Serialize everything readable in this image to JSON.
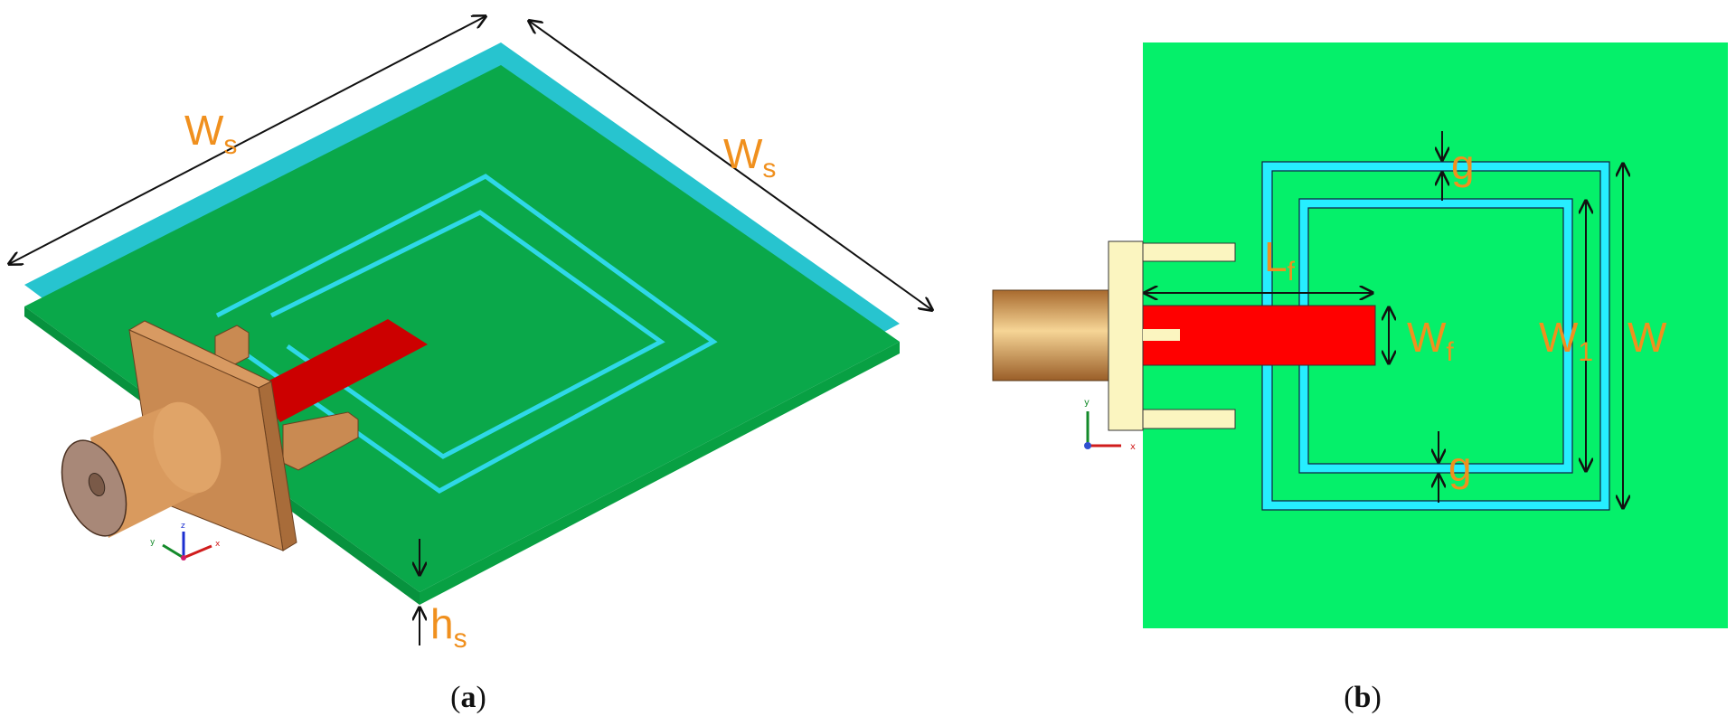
{
  "panel_a": {
    "caption": {
      "open": "(",
      "letter": "a",
      "close": ")"
    },
    "labels": {
      "ws_left": {
        "main": "W",
        "sub": "s"
      },
      "ws_right": {
        "main": "W",
        "sub": "s"
      },
      "hs": {
        "main": "h",
        "sub": "s"
      }
    },
    "axis_triad": {
      "x": "x",
      "y": "y",
      "z": "z"
    }
  },
  "panel_b": {
    "caption": {
      "open": "(",
      "letter": "b",
      "close": ")"
    },
    "labels": {
      "lf": {
        "main": "L",
        "sub": "f"
      },
      "wf": {
        "main": "W",
        "sub": "f"
      },
      "w1": {
        "main": "W",
        "sub": "1"
      },
      "w": {
        "main": "W"
      },
      "g_top": {
        "main": "g"
      },
      "g_bottom": {
        "main": "g"
      }
    },
    "axis_triad": {
      "x": "x",
      "y": "y"
    }
  },
  "colors": {
    "substrate_3d": "#0aa84a",
    "substrate_edge": "#27c4cf",
    "substrate_top_view": "#05f06a",
    "ring": "#26eeff",
    "feed": "#e00000",
    "connector": "#c98a52",
    "flange_top_view": "#fbf5c0",
    "label": "#f0901e"
  }
}
